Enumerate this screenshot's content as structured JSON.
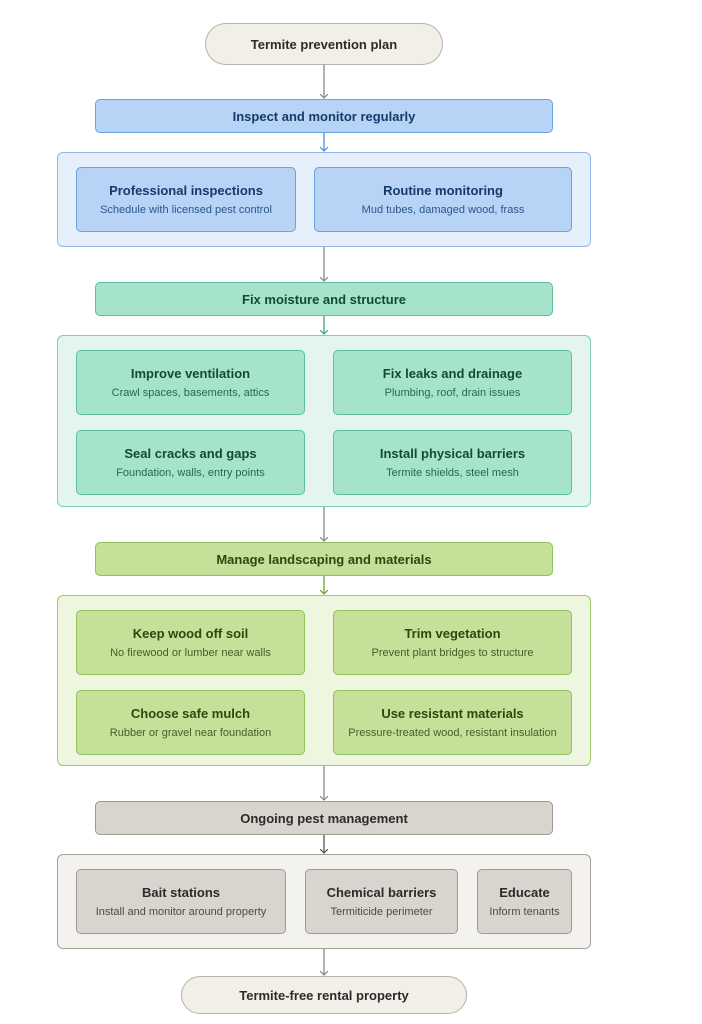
{
  "start": "Termite prevention plan",
  "end": "Termite-free rental property",
  "colors": {
    "blue": "#b7d3f5",
    "teal": "#a5e3cb",
    "olive": "#c5e098",
    "gray": "#d8d5cf",
    "terminal": "#f2efe8",
    "connector": "#888888"
  },
  "stages": [
    {
      "title": "Inspect and monitor regularly",
      "items": [
        {
          "title": "Professional inspections",
          "subtitle": "Schedule with licensed pest control"
        },
        {
          "title": "Routine monitoring",
          "subtitle": "Mud tubes, damaged wood, frass"
        }
      ]
    },
    {
      "title": "Fix moisture and structure",
      "items": [
        {
          "title": "Improve ventilation",
          "subtitle": "Crawl spaces, basements, attics"
        },
        {
          "title": "Fix leaks and drainage",
          "subtitle": "Plumbing, roof, drain issues"
        },
        {
          "title": "Seal cracks and gaps",
          "subtitle": "Foundation, walls, entry points"
        },
        {
          "title": "Install physical barriers",
          "subtitle": "Termite shields, steel mesh"
        }
      ]
    },
    {
      "title": "Manage landscaping and materials",
      "items": [
        {
          "title": "Keep wood off soil",
          "subtitle": "No firewood or lumber near walls"
        },
        {
          "title": "Trim vegetation",
          "subtitle": "Prevent plant bridges to structure"
        },
        {
          "title": "Choose safe mulch",
          "subtitle": "Rubber or gravel near foundation"
        },
        {
          "title": "Use resistant materials",
          "subtitle": "Pressure-treated wood, resistant insulation"
        }
      ]
    },
    {
      "title": "Ongoing pest management",
      "items": [
        {
          "title": "Bait stations",
          "subtitle": "Install and monitor around property"
        },
        {
          "title": "Chemical barriers",
          "subtitle": "Termiticide perimeter"
        },
        {
          "title": "Educate",
          "subtitle": "Inform tenants"
        }
      ]
    }
  ]
}
